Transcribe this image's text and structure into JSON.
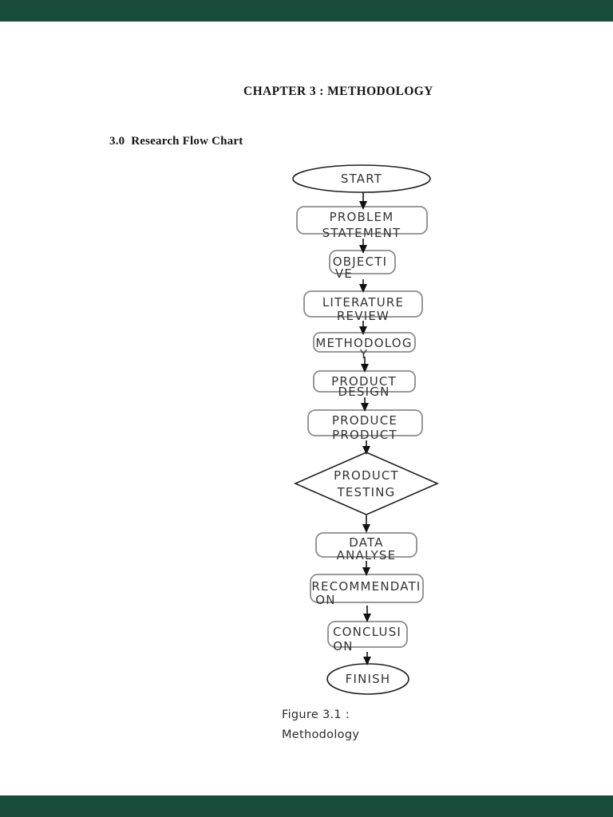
{
  "page": {
    "title": "CHAPTER 3 : METHODOLOGY",
    "section_heading": "3.0  Research Flow Chart",
    "caption_line1": "Figure 3.1 :",
    "caption_line2": "Methodology"
  },
  "colors": {
    "viewer_bar": "#1a4c3b",
    "page_bg": "#ffffff",
    "box_border": "#8c8c8c",
    "terminator_border": "#1f1f1f",
    "arrow": "#111111",
    "text": "#333333"
  },
  "flowchart": {
    "nodes": [
      {
        "id": "start",
        "type": "ellipse",
        "line1": "START",
        "line2": ""
      },
      {
        "id": "problem-statement",
        "type": "rounded-rect",
        "line1": "PROBLEM",
        "line2": "STATEMENT"
      },
      {
        "id": "objective",
        "type": "rounded-rect",
        "line1": "OBJECTI",
        "line2": "VE"
      },
      {
        "id": "literature-review",
        "type": "rounded-rect",
        "line1": "LITERATURE",
        "line2": "REVIEW"
      },
      {
        "id": "methodology",
        "type": "rounded-rect",
        "line1": "METHODOLOG",
        "line2": "Y"
      },
      {
        "id": "product-design",
        "type": "rounded-rect",
        "line1": "PRODUCT",
        "line2": "DESIGN"
      },
      {
        "id": "produce-product",
        "type": "rounded-rect",
        "line1": "PRODUCE",
        "line2": "PRODUCT"
      },
      {
        "id": "product-testing",
        "type": "diamond",
        "line1": "PRODUCT",
        "line2": "TESTING"
      },
      {
        "id": "data-analyse",
        "type": "rounded-rect",
        "line1": "DATA",
        "line2": "ANALYSE"
      },
      {
        "id": "recommendation",
        "type": "rounded-rect",
        "line1": "RECOMMENDATI",
        "line2": "ON"
      },
      {
        "id": "conclusion",
        "type": "rounded-rect",
        "line1": "CONCLUSI",
        "line2": "ON"
      },
      {
        "id": "finish",
        "type": "ellipse",
        "line1": "FINISH",
        "line2": ""
      }
    ]
  }
}
